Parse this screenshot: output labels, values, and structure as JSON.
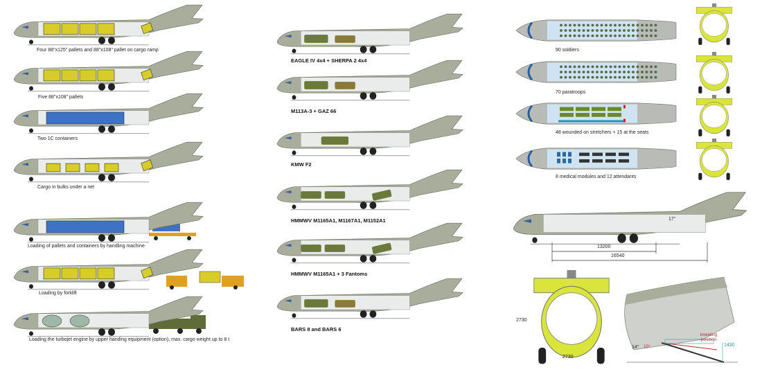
{
  "left_column": [
    "Four 88\"x125\" pallets and 88\"x108\" pallet on cargo ramp",
    "Five 88\"x108\" pallets",
    "Two 1C containers",
    "Cargo in bulks under a net",
    "Loading of pallets and containers by handling machine",
    "Loading by forklift",
    "Loading the turbojet engine by upper handing equipment (option), max. cargo weight up to 8 t"
  ],
  "middle_column": [
    "EAGLE IV 4x4 + SHERPA 2 4x4",
    "M113A-3 + GAZ 66",
    "KMW F2",
    "HMMWV M1165A1, M1167A1, M1152A1",
    "HMMWV M1165A1 + 3 Fantoms",
    "BARS 8 and BARS 6"
  ],
  "right_column": [
    "90 soldiers",
    "70 paratroops",
    "48 wounded on stretchers + 15 at the seats",
    "8 medical modules and 12 attendants"
  ],
  "dimensions": {
    "ramp_angle": "17°",
    "hold_length": "13200",
    "total_length": "16540",
    "height": "2730",
    "width": "2730",
    "angle_a": "14°",
    "angle_b": "10°",
    "kneeling_label": "kneeling position",
    "sill_height": "1430"
  },
  "colors": {
    "fuselage": "#a9ae9c",
    "cargo_yellow": "#d8cc2a",
    "container_blue": "#3d72c4",
    "vehicle_green": "#6b7a3a",
    "section_yellow": "#d9e53a"
  }
}
